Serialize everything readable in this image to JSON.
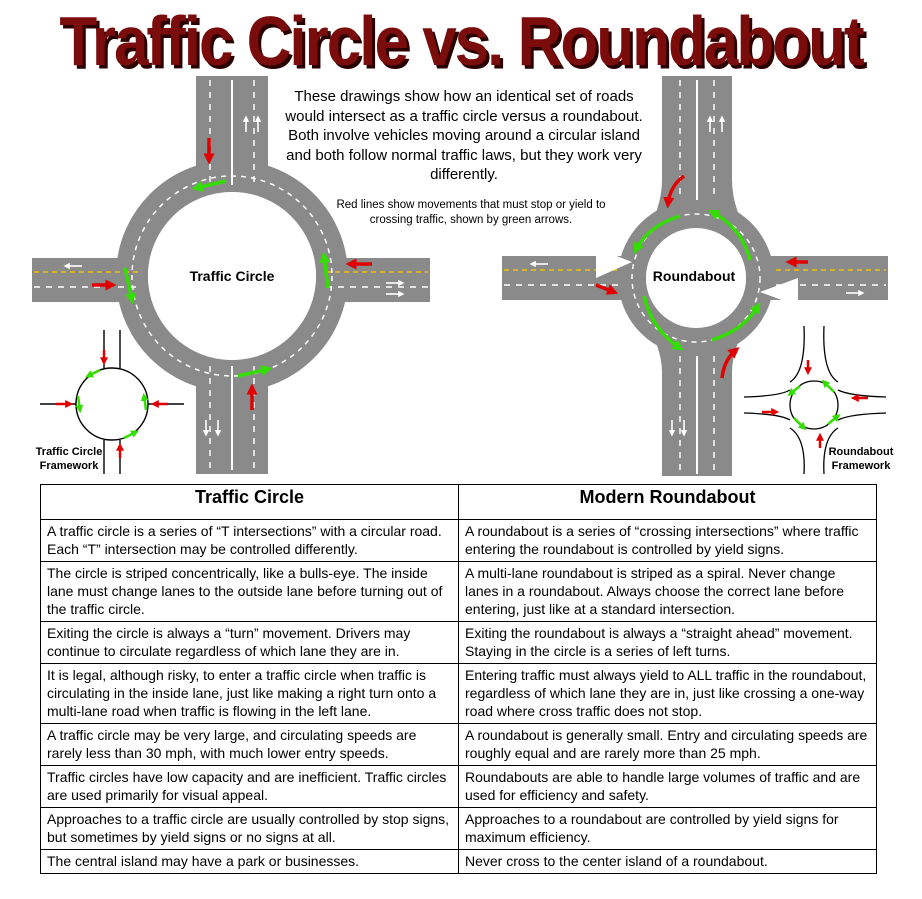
{
  "title": "Traffic Circle vs. Roundabout",
  "intro": "These drawings show how an identical set of roads would intersect as a traffic circle versus a roundabout.  Both involve vehicles moving around a circular island and both follow normal traffic laws, but they work very differently.",
  "note": "Red lines show movements that must stop or yield to crossing traffic, shown by green arrows.",
  "labels": {
    "traffic_circle": "Traffic Circle",
    "roundabout": "Roundabout",
    "tc_framework_1": "Traffic Circle",
    "tc_framework_2": "Framework",
    "rb_framework_1": "Roundabout",
    "rb_framework_2": "Framework"
  },
  "colors": {
    "title": "#7a0c0c",
    "road": "#8a8a8a",
    "stop_arrow": "#e00000",
    "flow_arrow": "#33dd00",
    "centerline": "#f2c200"
  },
  "icons": [
    "red-stop-arrow-icon",
    "green-flow-arrow-icon",
    "lane-arrow-icon"
  ],
  "table": {
    "headers": [
      "Traffic Circle",
      "Modern Roundabout"
    ],
    "rows": [
      [
        "A traffic circle is a series of “T intersections” with a circular road.  Each “T” intersection may be controlled differently.",
        "A roundabout is a series of “crossing intersections” where traffic entering the roundabout is controlled by yield signs."
      ],
      [
        "The circle is striped concentrically, like a bulls-eye.  The inside lane must change lanes to the outside lane before turning out of the traffic circle.",
        "A multi-lane roundabout is striped as a spiral.  Never change lanes in a roundabout.  Always choose the correct lane before entering, just like at a standard intersection."
      ],
      [
        "Exiting the circle is always a “turn” movement.  Drivers may continue to circulate regardless of which lane they are in.",
        "Exiting the roundabout is always a “straight ahead” movement.  Staying in the circle is a series of left turns."
      ],
      [
        "It is legal, although risky, to enter a traffic circle when traffic is circulating in the inside lane, just like making a right turn onto a multi-lane road when traffic is flowing in the left lane.",
        "Entering traffic must always yield to ALL traffic in the roundabout, regardless of which lane they are in, just like crossing a one-way road where cross traffic does not stop."
      ],
      [
        "A traffic circle may be very large, and circulating speeds are rarely less than 30 mph, with much lower entry speeds.",
        "A roundabout is generally small.  Entry and circulating speeds are roughly equal and are rarely more than 25 mph."
      ],
      [
        "Traffic circles have low capacity and are inefficient.  Traffic circles are used primarily for visual appeal.",
        "Roundabouts are able to handle large volumes of traffic and are used for efficiency and safety."
      ],
      [
        "Approaches to a traffic circle are usually controlled by stop signs, but sometimes by yield signs or no signs at all.",
        "Approaches to a roundabout are controlled by yield signs for maximum efficiency."
      ],
      [
        "The central island may have a park or businesses.",
        "Never cross to the center island of a roundabout."
      ]
    ]
  }
}
